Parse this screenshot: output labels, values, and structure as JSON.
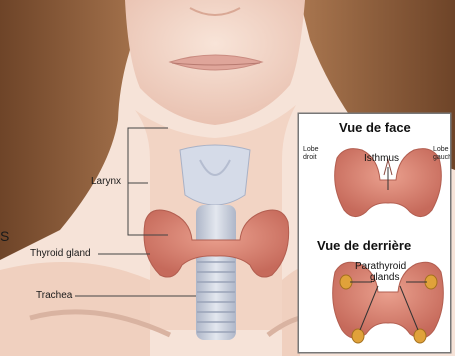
{
  "labels": {
    "larynx": "Larynx",
    "thyroid_gland": "Thyroid gland",
    "trachea": "Trachea",
    "edge_fragment": "S"
  },
  "inset": {
    "front_title": "Vue de face",
    "back_title": "Vue de derrière",
    "lobe_right_line1": "Lobe",
    "lobe_right_line2": "droit",
    "lobe_left_line1": "Lobe",
    "lobe_left_line2": "gauche",
    "isthmus": "Isthmus",
    "parathyroid_line1": "Parathyroid",
    "parathyroid_line2": "glands"
  },
  "colors": {
    "skin": "#f3d6c6",
    "hair": "#8a5a3a",
    "thyroid": "#d77f6f",
    "trachea": "#c9cfdc",
    "parathyroid": "#e0a23a"
  }
}
